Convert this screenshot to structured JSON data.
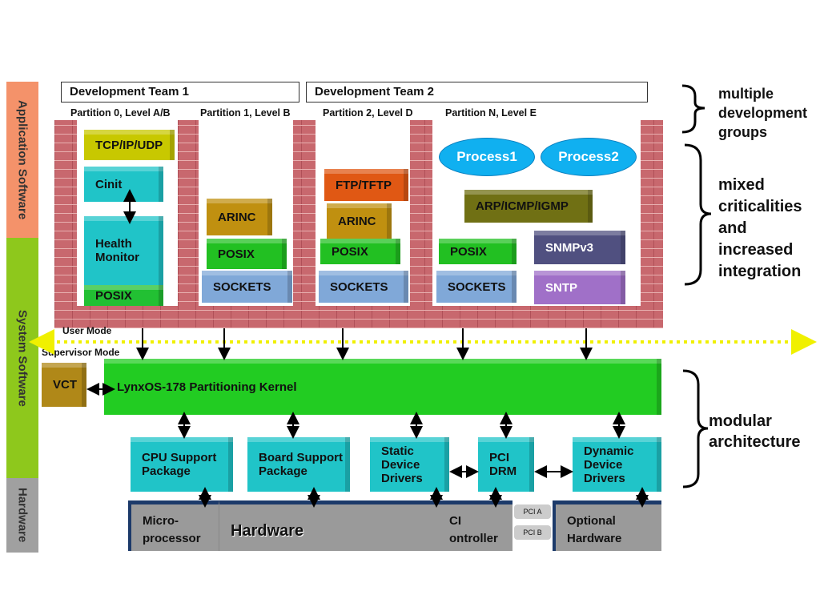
{
  "layers": {
    "application": "Application Software",
    "system": "System Software",
    "hardware": "Hardware"
  },
  "teams": [
    "Development Team 1",
    "Development Team 2"
  ],
  "partitions": [
    "Partition 0, Level A/B",
    "Partition 1, Level B",
    "Partition 2, Level D",
    "Partition N, Level E"
  ],
  "p0": {
    "tcp": "TCP/IP/UDP",
    "cinit": "Cinit",
    "hm1": "Health",
    "hm2": "Monitor",
    "posix": "POSIX"
  },
  "p1": {
    "arinc": "ARINC",
    "posix": "POSIX",
    "sockets": "SOCKETS"
  },
  "p2": {
    "ftp": "FTP/TFTP",
    "arinc": "ARINC",
    "posix": "POSIX",
    "sockets": "SOCKETS"
  },
  "pn": {
    "process1": "Process1",
    "process2": "Process2",
    "arp": "ARP/ICMP/IGMP",
    "posix": "POSIX",
    "sockets": "SOCKETS",
    "snmp": "SNMPv3",
    "sntp": "SNTP"
  },
  "modes": {
    "user": "User Mode",
    "supervisor": "Supervisor Mode"
  },
  "kernel": {
    "vct": "VCT",
    "label": "LynxOS-178 Partitioning Kernel"
  },
  "support": {
    "cpu1": "CPU Support",
    "cpu2": "Package",
    "board1": "Board Support",
    "board2": "Package",
    "static1": "Static",
    "static2": "Device",
    "static3": "Drivers",
    "pci1": "PCI",
    "pci2": "DRM",
    "dyn1": "Dynamic",
    "dyn2": "Device",
    "dyn3": "Drivers"
  },
  "hardware": {
    "micro1": "Micro-",
    "micro2": "processor",
    "main": "Hardware",
    "ctrl1": "CI",
    "ctrl2": "ontroller",
    "pcia": "PCI A",
    "pcib": "PCI B",
    "opt1": "Optional",
    "opt2": "Hardware"
  },
  "notes": {
    "n1a": "multiple",
    "n1b": "development",
    "n1c": "groups",
    "n2a": "mixed",
    "n2b": "criticalities",
    "n2c": "and",
    "n2d": "increased",
    "n2e": "integration",
    "n3a": "modular",
    "n3b": "architecture"
  },
  "colors": {
    "app": "#f4926a",
    "sys": "#8ec81c",
    "hw": "#a0a0a0",
    "kernel": "#22cc22",
    "cyan": "#20c4c8",
    "brick": "#c8686e",
    "mode_line": "#f0f000"
  }
}
